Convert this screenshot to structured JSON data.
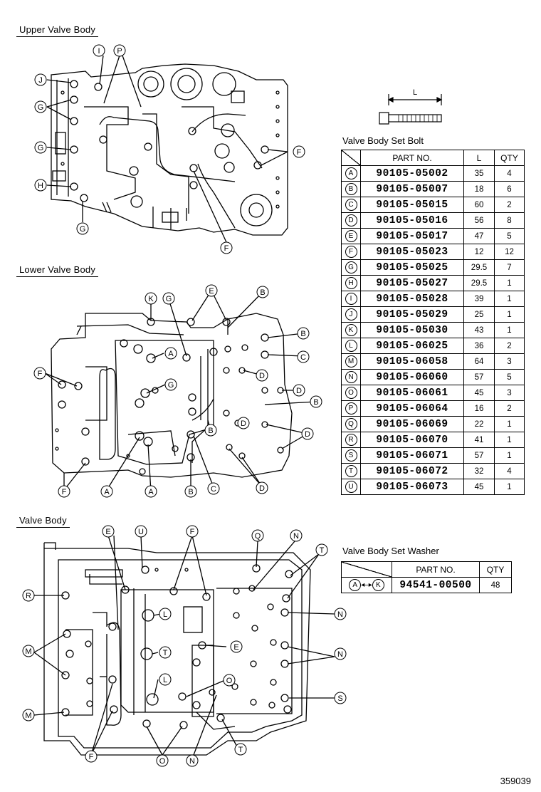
{
  "sections": {
    "upper": "Upper Valve Body",
    "lower": "Lower Valve Body",
    "valve": "Valve Body"
  },
  "bolt_table": {
    "title": "Valve Body Set Bolt",
    "bolt_dim_label": "L",
    "headers": {
      "part_no": "PART NO.",
      "l": "L",
      "qty": "QTY"
    },
    "rows": [
      {
        "key": "A",
        "part": "90105-05002",
        "l": "35",
        "qty": "4"
      },
      {
        "key": "B",
        "part": "90105-05007",
        "l": "18",
        "qty": "6"
      },
      {
        "key": "C",
        "part": "90105-05015",
        "l": "60",
        "qty": "2"
      },
      {
        "key": "D",
        "part": "90105-05016",
        "l": "56",
        "qty": "8"
      },
      {
        "key": "E",
        "part": "90105-05017",
        "l": "47",
        "qty": "5"
      },
      {
        "key": "F",
        "part": "90105-05023",
        "l": "12",
        "qty": "12"
      },
      {
        "key": "G",
        "part": "90105-05025",
        "l": "29.5",
        "qty": "7"
      },
      {
        "key": "H",
        "part": "90105-05027",
        "l": "29.5",
        "qty": "1"
      },
      {
        "key": "I",
        "part": "90105-05028",
        "l": "39",
        "qty": "1"
      },
      {
        "key": "J",
        "part": "90105-05029",
        "l": "25",
        "qty": "1"
      },
      {
        "key": "K",
        "part": "90105-05030",
        "l": "43",
        "qty": "1"
      },
      {
        "key": "L",
        "part": "90105-06025",
        "l": "36",
        "qty": "2"
      },
      {
        "key": "M",
        "part": "90105-06058",
        "l": "64",
        "qty": "3"
      },
      {
        "key": "N",
        "part": "90105-06060",
        "l": "57",
        "qty": "5"
      },
      {
        "key": "O",
        "part": "90105-06061",
        "l": "45",
        "qty": "3"
      },
      {
        "key": "P",
        "part": "90105-06064",
        "l": "16",
        "qty": "2"
      },
      {
        "key": "Q",
        "part": "90105-06069",
        "l": "22",
        "qty": "1"
      },
      {
        "key": "R",
        "part": "90105-06070",
        "l": "41",
        "qty": "1"
      },
      {
        "key": "S",
        "part": "90105-06071",
        "l": "57",
        "qty": "1"
      },
      {
        "key": "T",
        "part": "90105-06072",
        "l": "32",
        "qty": "4"
      },
      {
        "key": "U",
        "part": "90105-06073",
        "l": "45",
        "qty": "1"
      }
    ]
  },
  "washer_table": {
    "title": "Valve Body Set Washer",
    "headers": {
      "part_no": "PART NO.",
      "qty": "QTY"
    },
    "range_from": "A",
    "range_to": "K",
    "part": "94541-00500",
    "qty": "48"
  },
  "figure_number": "359039",
  "callouts": {
    "upper": [
      {
        "t": "I"
      },
      {
        "t": "P"
      },
      {
        "t": "J"
      },
      {
        "t": "G"
      },
      {
        "t": "G"
      },
      {
        "t": "H"
      },
      {
        "t": "G"
      },
      {
        "t": "F"
      },
      {
        "t": "F"
      }
    ],
    "lower": [
      {
        "t": "K"
      },
      {
        "t": "G"
      },
      {
        "t": "E"
      },
      {
        "t": "B"
      },
      {
        "t": "B"
      },
      {
        "t": "A"
      },
      {
        "t": "C"
      },
      {
        "t": "F"
      },
      {
        "t": "D"
      },
      {
        "t": "G"
      },
      {
        "t": "D"
      },
      {
        "t": "B"
      },
      {
        "t": "B"
      },
      {
        "t": "D"
      },
      {
        "t": "D"
      },
      {
        "t": "F"
      },
      {
        "t": "A"
      },
      {
        "t": "A"
      },
      {
        "t": "B"
      },
      {
        "t": "C"
      },
      {
        "t": "D"
      }
    ],
    "valve": [
      {
        "t": "E"
      },
      {
        "t": "U"
      },
      {
        "t": "F"
      },
      {
        "t": "Q"
      },
      {
        "t": "N"
      },
      {
        "t": "T"
      },
      {
        "t": "R"
      },
      {
        "t": "L"
      },
      {
        "t": "N"
      },
      {
        "t": "M"
      },
      {
        "t": "T"
      },
      {
        "t": "E"
      },
      {
        "t": "N"
      },
      {
        "t": "L"
      },
      {
        "t": "O"
      },
      {
        "t": "S"
      },
      {
        "t": "M"
      },
      {
        "t": "F"
      },
      {
        "t": "O"
      },
      {
        "t": "N"
      },
      {
        "t": "T"
      }
    ]
  }
}
